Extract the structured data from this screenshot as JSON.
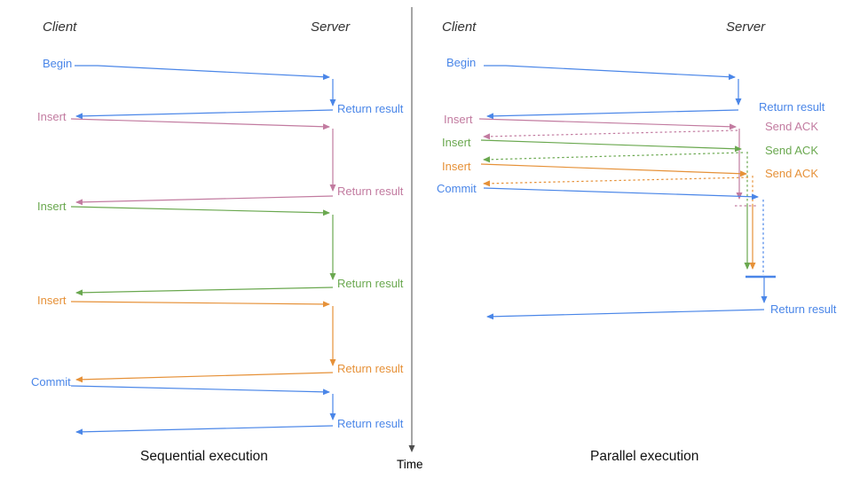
{
  "colors": {
    "blue": "#4a86e8",
    "pink": "#c27ba0",
    "green": "#6aa84f",
    "orange": "#e69138",
    "axis": "#4d4d4d"
  },
  "time_axis": {
    "label": "Time"
  },
  "left": {
    "title": "Sequential execution",
    "client": "Client",
    "server": "Server",
    "ops": [
      {
        "label": "Begin",
        "color": "blue",
        "response": "Return result"
      },
      {
        "label": "Insert",
        "color": "pink",
        "response": "Return result"
      },
      {
        "label": "Insert",
        "color": "green",
        "response": "Return result"
      },
      {
        "label": "Insert",
        "color": "orange",
        "response": "Return result"
      },
      {
        "label": "Commit",
        "color": "blue",
        "response": "Return result"
      }
    ]
  },
  "right": {
    "title": "Parallel execution",
    "client": "Client",
    "server": "Server",
    "ops": [
      {
        "label": "Begin",
        "color": "blue",
        "response": "Return result"
      },
      {
        "label": "Insert",
        "color": "pink",
        "response": "Send ACK"
      },
      {
        "label": "Insert",
        "color": "green",
        "response": "Send ACK"
      },
      {
        "label": "Insert",
        "color": "orange",
        "response": "Send ACK"
      },
      {
        "label": "Commit",
        "color": "blue",
        "response": "Return result"
      }
    ],
    "final_response": "Return result"
  }
}
